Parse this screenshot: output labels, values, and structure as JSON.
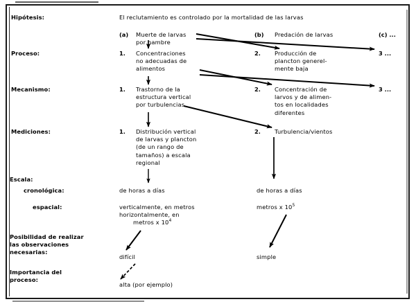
{
  "document": {
    "title": "Diagrama jerárquico de hipótesis sobre el reclutamiento de larvas",
    "language": "es"
  },
  "row_labels": {
    "hipotesis": "Hipótesis:",
    "proceso": "Proceso:",
    "mecanismo": "Mecanismo:",
    "mediciones": "Mediciones:",
    "escala": "Escala:",
    "cronologica": "cronológica:",
    "espacial": "espacial:",
    "posibilidad": "Posibilidad de realizar\nlas observaciones\nnecesarias:",
    "importancia": "Importancia del\nproceso:"
  },
  "hypothesis_statement": "El reclutamiento es controlado por la mortalidad de las larvas",
  "columns": {
    "a": {
      "marker": "(a)",
      "hypothesis": "Muerte de larvas\npor hambre",
      "proceso_num": "1.",
      "proceso": "Concentraciones\nno adecuadas de\nalimentos",
      "mecanismo_num": "1.",
      "mecanismo": "Trastorno de la\nestructura vertical\npor turbulencias",
      "mediciones_num": "1.",
      "mediciones": "Distribución vertical\nde larvas y plancton\n(de un rango de\ntamaños) a escala\nregional",
      "cronologica": "de horas a días",
      "espacial_line1": "verticalmente, en metros",
      "espacial_line2": "horizontalmente, en",
      "espacial_line3_prefix": "metros x 10",
      "espacial_line3_exp": "4",
      "posibilidad": "difícil",
      "importancia": "alta (por ejemplo)"
    },
    "b": {
      "marker": "(b)",
      "hypothesis": "Predación de larvas",
      "proceso_num": "2.",
      "proceso": "Producción de\nplancton generel-\nmente baja",
      "mecanismo_num": "2.",
      "mecanismo": "Concentración de\nlarvos y de alimen-\ntos en localidades\ndiferentes",
      "mediciones_num": "2.",
      "mediciones": "Turbulencia/vientos",
      "cronologica": "de horas a días",
      "espacial_prefix": "metros x 10",
      "espacial_exp": "5",
      "posibilidad": "simple"
    },
    "c": {
      "marker": "(c) ...",
      "proceso": "3 ...",
      "mecanismo": "3 ..."
    }
  },
  "colors": {
    "ink": "#000000",
    "paper": "#ffffff",
    "frame": "#1a1a1a"
  },
  "connectors": [
    {
      "id": "a-hyp-to-a-proc",
      "type": "arrow-down"
    },
    {
      "id": "a-proc-to-a-mech",
      "type": "arrow-down"
    },
    {
      "id": "a-mech-to-a-meas",
      "type": "arrow-down"
    },
    {
      "id": "a-meas-to-a-scale",
      "type": "arrow-down"
    },
    {
      "id": "a-hyp-to-b-proc",
      "type": "arrow-diagonal"
    },
    {
      "id": "a-hyp-to-c-proc",
      "type": "arrow-diagonal"
    },
    {
      "id": "a-proc-to-b-mech",
      "type": "arrow-diagonal"
    },
    {
      "id": "a-proc-to-c-mech",
      "type": "arrow-diagonal"
    },
    {
      "id": "a-mech-to-b-meas",
      "type": "arrow-diagonal"
    },
    {
      "id": "b-meas-to-b-scale",
      "type": "arrow-down"
    },
    {
      "id": "b-scale-to-simple",
      "type": "arrow-diagonal"
    },
    {
      "id": "a-scale-to-dificil",
      "type": "arrow-diagonal"
    },
    {
      "id": "dificil-to-alta",
      "type": "arrow-diagonal-dashed"
    }
  ]
}
